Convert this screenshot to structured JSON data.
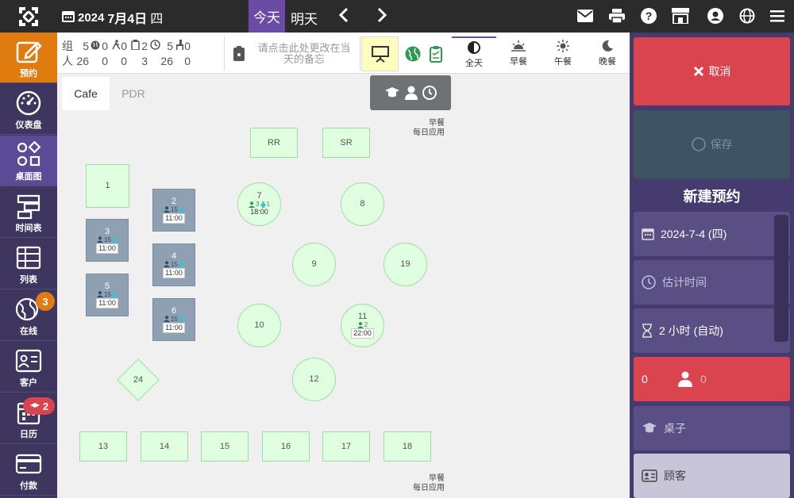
{
  "topbar": {
    "date_year": "2024",
    "date_md": "7月4日",
    "date_dow": "四",
    "today_label": "今天",
    "tomorrow_label": "明天",
    "icons": [
      "envelope-icon",
      "printer-icon",
      "help-icon",
      "store-icon",
      "user-circle-icon",
      "globe-icon",
      "menu-icon"
    ]
  },
  "nav": {
    "items": [
      {
        "label": "预约",
        "icon": "edit-icon"
      },
      {
        "label": "仪表盘",
        "icon": "gauge-icon"
      },
      {
        "label": "桌面图",
        "icon": "shapes-icon"
      },
      {
        "label": "时间表",
        "icon": "timeline-icon"
      },
      {
        "label": "列表",
        "icon": "table-icon"
      },
      {
        "label": "在线",
        "icon": "globe-icon",
        "badge": "3"
      },
      {
        "label": "客户",
        "icon": "contact-card-icon"
      },
      {
        "label": "日历",
        "icon": "calendar-icon",
        "badge": "2"
      },
      {
        "label": "付款",
        "icon": "credit-card-icon"
      }
    ]
  },
  "counts": {
    "row1_label": "组",
    "row2_label": "人",
    "groups": [
      "5",
      "0",
      "0",
      "2",
      "5",
      "0"
    ],
    "people": [
      "26",
      "0",
      "0",
      "3",
      "26",
      "0"
    ]
  },
  "memo": {
    "text": "请点击此处更改在当天的备忘"
  },
  "meals": [
    {
      "label": "全天",
      "icon": "half-circle-icon"
    },
    {
      "label": "早餐",
      "icon": "sunrise-icon"
    },
    {
      "label": "午餐",
      "icon": "sun-icon"
    },
    {
      "label": "晚餐",
      "icon": "moon-icon"
    }
  ],
  "floor": {
    "tabs": [
      "Cafe",
      "PDR"
    ],
    "note_top_line1": "早餐",
    "note_top_line2": "每日应用",
    "note_bottom_line1": "早餐",
    "note_bottom_line2": "每日应用"
  },
  "tables": {
    "t1": "1",
    "t2": "2",
    "t2_guests": "15",
    "t2_time": "11:00",
    "t3": "3",
    "t3_guests": "15",
    "t3_time": "11:00",
    "t4": "4",
    "t4_guests": "15",
    "t4_time": "11:00",
    "t5": "5",
    "t5_guests": "15",
    "t5_time": "11:00",
    "t6": "6",
    "t6_guests": "15",
    "t6_time": "11:00",
    "t7": "7",
    "t7_guests": "3",
    "t7_kids": "1",
    "t7_time": "18:00",
    "t8": "8",
    "t9": "9",
    "t10": "10",
    "t11": "11",
    "t11_guests": "2",
    "t11_time": "22:00",
    "t12": "12",
    "t13": "13",
    "t14": "14",
    "t15": "15",
    "t16": "16",
    "t17": "17",
    "t18": "18",
    "t19": "19",
    "t24": "24",
    "rr": "RR",
    "sr": "SR"
  },
  "panel": {
    "cancel_label": "取消",
    "save_label": "保存",
    "title": "新建预约",
    "date_value": "2024-7-4 (四)",
    "time_placeholder": "估计时间",
    "duration_value": "2 小时 (自动)",
    "adults": "0",
    "kids": "0",
    "table_label": "桌子",
    "customer_label": "顾客"
  },
  "colors": {
    "topbar": "#2b2b2b",
    "accent": "#6a4ca6",
    "nav_active": "#e07b10",
    "cancel": "#d9444f",
    "save": "#3f5463",
    "table_free": "#dfffe0",
    "table_busy": "#8fa0b3"
  }
}
